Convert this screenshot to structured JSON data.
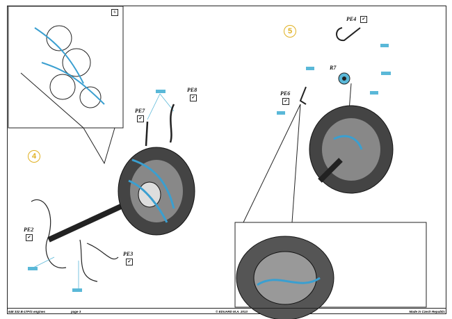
{
  "steps": {
    "step4": "4",
    "step5": "5"
  },
  "labels": {
    "pe2": "PE2",
    "pe3": "PE3",
    "pe4": "PE4",
    "pe6": "PE6",
    "pe7": "PE7",
    "pe8": "PE8",
    "r7": "R7"
  },
  "check_symbol": "✔",
  "inset_symbol": "6",
  "footer": {
    "product": "648 332 B-17F/G engines",
    "page": "page 3",
    "copyright": "© EDUARD M.A. 2013",
    "origin": "Made in Czech Republic"
  },
  "colors": {
    "accent": "#5ab8d8",
    "step": "#e0b020"
  }
}
